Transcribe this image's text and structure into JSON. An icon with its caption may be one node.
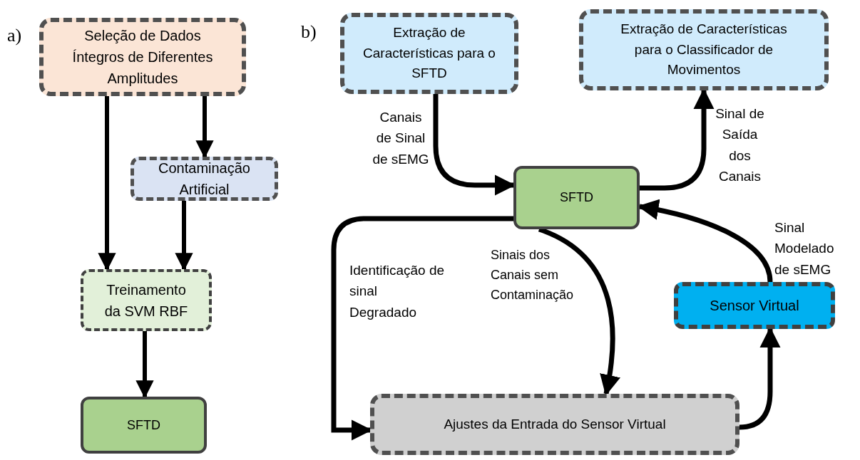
{
  "diagram": {
    "nodes": [
      {
        "text": [
          "Seleção de Dados Íntegros de Diferentes Amplitudes"
        ]
      },
      {
        "text": [
          "Contaminação Artificial"
        ]
      },
      {
        "text": [
          "Treinamento da SVM RBF"
        ]
      },
      {
        "text": [
          "SFTD"
        ]
      },
      {
        "text": [
          "Extração de Características para o SFTD"
        ]
      },
      {
        "text": [
          "Extração de Características para o Classificador de Movimentos"
        ]
      },
      {
        "text": [
          "SFTD"
        ]
      },
      {
        "text": [
          "Sensor Virtual"
        ]
      },
      {
        "text": [
          "Ajustes da Entrada do Sensor Virtual"
        ]
      }
    ],
    "edges": [
      {
        "from": 0,
        "to": 2,
        "arrow": "to"
      },
      {
        "from": 0,
        "to": 1,
        "arrow": "to"
      },
      {
        "from": 1,
        "to": 2,
        "arrow": "to"
      },
      {
        "from": 2,
        "to": 3,
        "arrow": "to"
      },
      {
        "from": 4,
        "to": 6,
        "arrow": "to",
        "label": "Canais de Sinal de sEMG"
      },
      {
        "from": 6,
        "to": 5,
        "arrow": "to",
        "label": "Sinal de Saída dos Canais"
      },
      {
        "from": 6,
        "to": 8,
        "arrow": "to",
        "label": "Identificação de sinal Degradado"
      },
      {
        "from": 6,
        "to": 8,
        "arrow": "to",
        "label": "Sinais dos Canais sem Contaminação"
      },
      {
        "from": 8,
        "to": 7,
        "arrow": "to"
      },
      {
        "from": 7,
        "to": 6,
        "arrow": "to",
        "label": "Sinal Modelado de sEMG"
      }
    ],
    "labels": [
      "a)",
      "b)"
    ]
  }
}
